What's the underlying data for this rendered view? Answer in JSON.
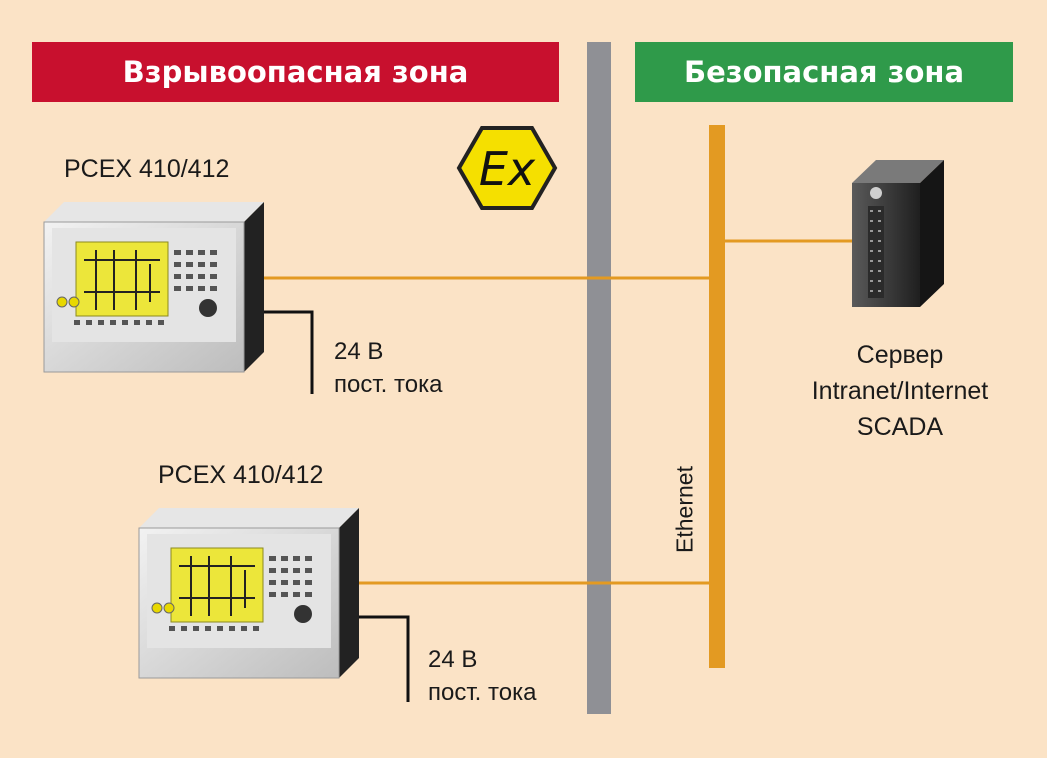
{
  "zones": {
    "hazardous": "Взрывоопасная зона",
    "safe": "Безопасная зона"
  },
  "ex_sign": "Ex",
  "controllers": [
    {
      "model": "PCEX 410/412",
      "power_line1": "24 В",
      "power_line2": "пост. тока"
    },
    {
      "model": "PCEX 410/412",
      "power_line1": "24 В",
      "power_line2": "пост. тока"
    }
  ],
  "network": {
    "label": "Ethernet"
  },
  "server": {
    "line1": "Сервер",
    "line2": "Intranet/Internet",
    "line3": "SCADA"
  },
  "colors": {
    "background": "#fbe3c6",
    "hazardous_zone": "#c8102e",
    "safe_zone": "#2f9a4a",
    "ethernet": "#e39a22",
    "barrier": "#8f9095",
    "ex_sign": "#f5e000"
  }
}
